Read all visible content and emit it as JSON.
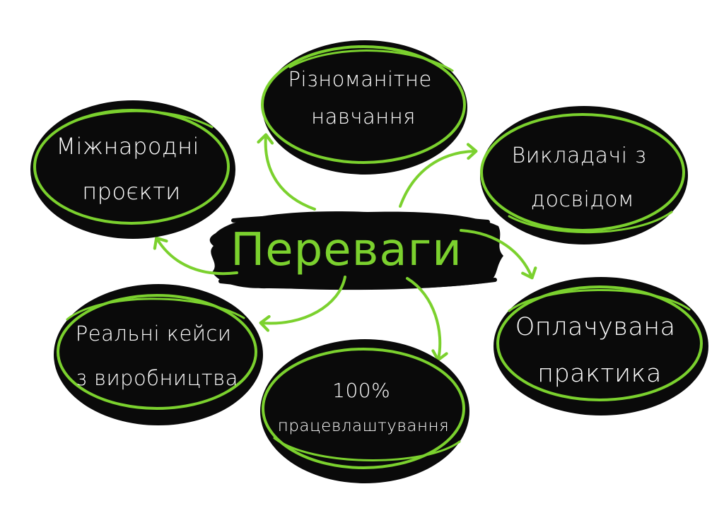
{
  "diagram": {
    "center": {
      "label": "Переваги"
    },
    "nodes": [
      {
        "id": "diverse-learning",
        "lines": [
          "Різноманітне",
          "навчання"
        ]
      },
      {
        "id": "international-projects",
        "lines": [
          "Міжнародні",
          "проєкти"
        ]
      },
      {
        "id": "experienced-teachers",
        "lines": [
          "Викладачі з",
          "досвідом"
        ]
      },
      {
        "id": "paid-practice",
        "lines": [
          "Оплачувана",
          "практика"
        ]
      },
      {
        "id": "real-cases",
        "lines": [
          "Реальні кейси",
          "з виробництва"
        ]
      },
      {
        "id": "employment",
        "lines": [
          "100%",
          "працевлаштування"
        ]
      }
    ],
    "colors": {
      "accent": "#7bd12e",
      "node_fill": "#0a0a0a",
      "text": "#ffffff",
      "background": "#ffffff"
    }
  }
}
